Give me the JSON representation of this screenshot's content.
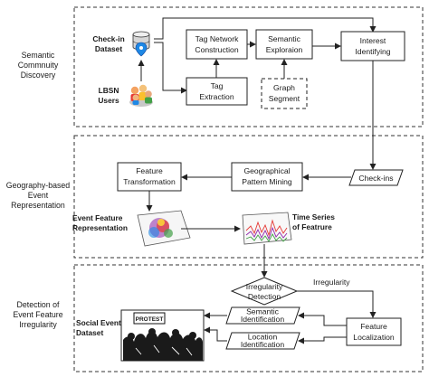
{
  "sections": {
    "community": {
      "label_lines": [
        "Semantic",
        "Commnuity",
        "Discovery"
      ]
    },
    "geography": {
      "label_lines": [
        "Geography-based",
        "Event",
        "Representation"
      ]
    },
    "detection": {
      "label_lines": [
        "Detection of",
        "Event Feature",
        "Irregularity"
      ]
    }
  },
  "nodes": {
    "checkin_dataset": [
      "Check-in",
      "Dataset"
    ],
    "lbsn_users": [
      "LBSN",
      "Users"
    ],
    "tag_network": [
      "Tag Network",
      "Construction"
    ],
    "semantic_exploration": [
      "Semantic",
      "Exploraion"
    ],
    "interest_identifying": [
      "Interest",
      "Identifying"
    ],
    "tag_extraction": [
      "Tag",
      "Extraction"
    ],
    "graph_segment": [
      "Graph",
      "Segment"
    ],
    "feature_transformation": [
      "Feature",
      "Transformation"
    ],
    "geo_pattern_mining": [
      "Geographical",
      "Pattern Mining"
    ],
    "checkins": [
      "Check-ins"
    ],
    "event_feature_repr": [
      "Event Feature",
      "Representation"
    ],
    "time_series": [
      "Time Series",
      "of Featrure"
    ],
    "irregularity_detection": [
      "Irregularity",
      "Detection"
    ],
    "irregularity": [
      "Irregularity"
    ],
    "semantic_identification": [
      "Semantic",
      "Identification"
    ],
    "location_identification": [
      "Location",
      "Identification"
    ],
    "feature_localization": [
      "Feature",
      "Localization"
    ],
    "social_event_dataset": [
      "Social Event",
      "Dataset"
    ],
    "protest_sign": [
      "PROTEST"
    ]
  },
  "colors": {
    "map_pin": "#1e88e5",
    "heatmap": [
      "#e53935",
      "#8e24aa",
      "#43a047",
      "#fdd835",
      "#1e88e5"
    ],
    "timeseries": [
      "#e53935",
      "#8e24aa",
      "#43a047"
    ]
  },
  "icons": [
    "database-icon",
    "map-pin-icon",
    "users-icon",
    "heatmap-icon",
    "timeseries-icon",
    "protest-photo-icon"
  ]
}
